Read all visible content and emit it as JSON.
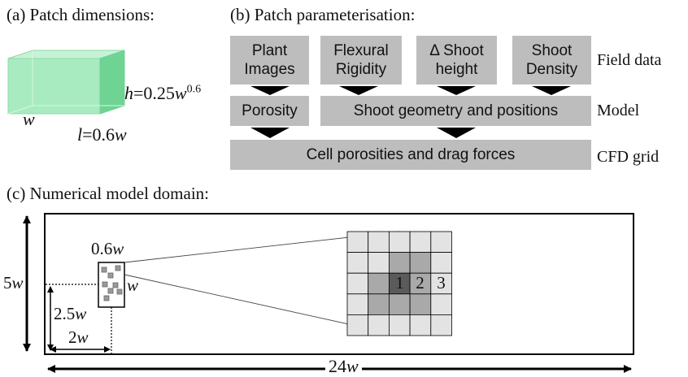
{
  "panel_a": {
    "title": "(a) Patch dimensions:",
    "width_label": "w",
    "height_label_prefix": "h=0.25w",
    "height_exponent": "0.6",
    "length_label": "l=0.6w"
  },
  "panel_b": {
    "title": "(b) Patch parameterisation:",
    "field_inputs": [
      {
        "line1": "Plant",
        "line2": "Images"
      },
      {
        "line1": "Flexural",
        "line2": "Rigidity"
      },
      {
        "line1": "Δ Shoot",
        "line2": "height"
      },
      {
        "line1": "Shoot",
        "line2": "Density"
      }
    ],
    "model_boxes": [
      "Porosity",
      "Shoot geometry and positions"
    ],
    "cfd_box": "Cell porosities and drag forces",
    "row_labels": [
      "Field data",
      "Model",
      "CFD grid"
    ]
  },
  "panel_c": {
    "title": "(c) Numerical model domain:",
    "domain_width": "24w",
    "domain_height": "5w",
    "patch_center_height": "2.5w",
    "patch_offset": "2w",
    "patch_length": "0.6w",
    "patch_width": "w",
    "cell_numbers": [
      "1",
      "2",
      "3"
    ]
  },
  "colors": {
    "box_grey": "#bdbdbd",
    "patch_green": "#7ddc9e",
    "grid_light": "#e3e3e3",
    "grid_mid": "#a9a9a9",
    "grid_dark": "#5b5b5b"
  }
}
